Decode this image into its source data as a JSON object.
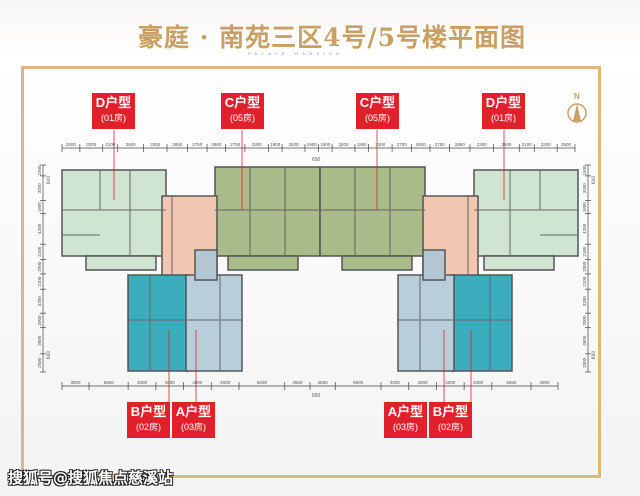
{
  "header": {
    "title": "豪庭 · 南苑三区4号/5号楼平面图",
    "subtitle": "PALACE MANSION"
  },
  "unit_labels": {
    "top": [
      {
        "type": "D户型",
        "room": "(01房)"
      },
      {
        "type": "C户型",
        "room": "(05房)"
      },
      {
        "type": "C户型",
        "room": "(05房)"
      },
      {
        "type": "D户型",
        "room": "(01房)"
      }
    ],
    "bottom": [
      {
        "type": "B户型",
        "room": "(02房)"
      },
      {
        "type": "A户型",
        "room": "(03房)"
      },
      {
        "type": "A户型",
        "room": "(03房)"
      },
      {
        "type": "B户型",
        "room": "(02房)"
      }
    ]
  },
  "compass": {
    "label": "N"
  },
  "dimensions": {
    "top": [
      "2500",
      "3200",
      "2100",
      "3600",
      "3300",
      "2850",
      "2750",
      "2600",
      "2700",
      "3300",
      "1900",
      "3200",
      "1900",
      "1900",
      "3200",
      "1900",
      "3300",
      "2700",
      "2600",
      "2750",
      "2850",
      "3300",
      "3600",
      "2100",
      "3200",
      "2500"
    ],
    "top_mid": "650",
    "bottom": [
      "3900",
      "5650",
      "4000",
      "4000",
      "4000",
      "4000",
      "6600",
      "3650",
      "3650",
      "6600",
      "4000",
      "4000",
      "4000",
      "4000",
      "5650",
      "3900"
    ],
    "bottom_mid": "650",
    "side": [
      "1500",
      "3400",
      "1800",
      "4200",
      "2100",
      "2000",
      "2100",
      "3300",
      "2000",
      "3600",
      "2500"
    ],
    "side_offset": "600"
  },
  "colors": {
    "gold": "#c9a063",
    "label_red": "#e0212b",
    "unit_d": "#cfe4d1",
    "unit_c": "#a8bb88",
    "core": "#f2c7b2",
    "unit_b": "#3badbd",
    "unit_a": "#b8cedb"
  },
  "watermark": "搜狐号@搜狐焦点慈溪站"
}
